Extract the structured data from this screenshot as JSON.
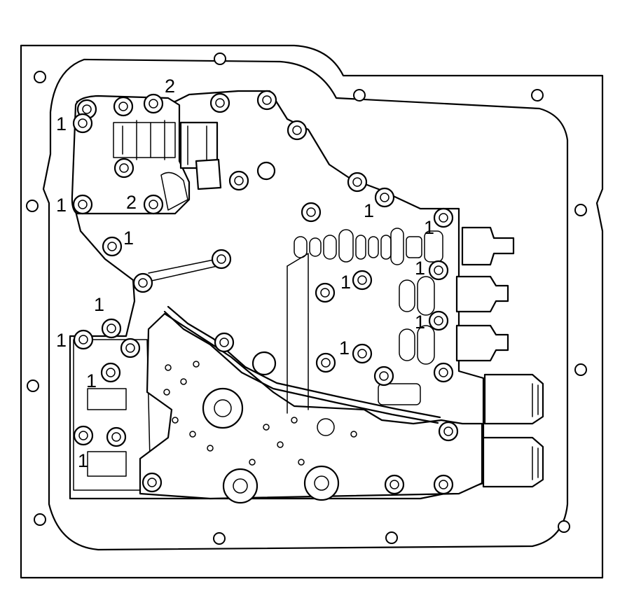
{
  "diagram": {
    "callouts": [
      "1",
      "2",
      "1",
      "1",
      "2",
      "1",
      "1",
      "1",
      "1",
      "1",
      "1",
      "1",
      "1",
      "1",
      "1"
    ]
  }
}
